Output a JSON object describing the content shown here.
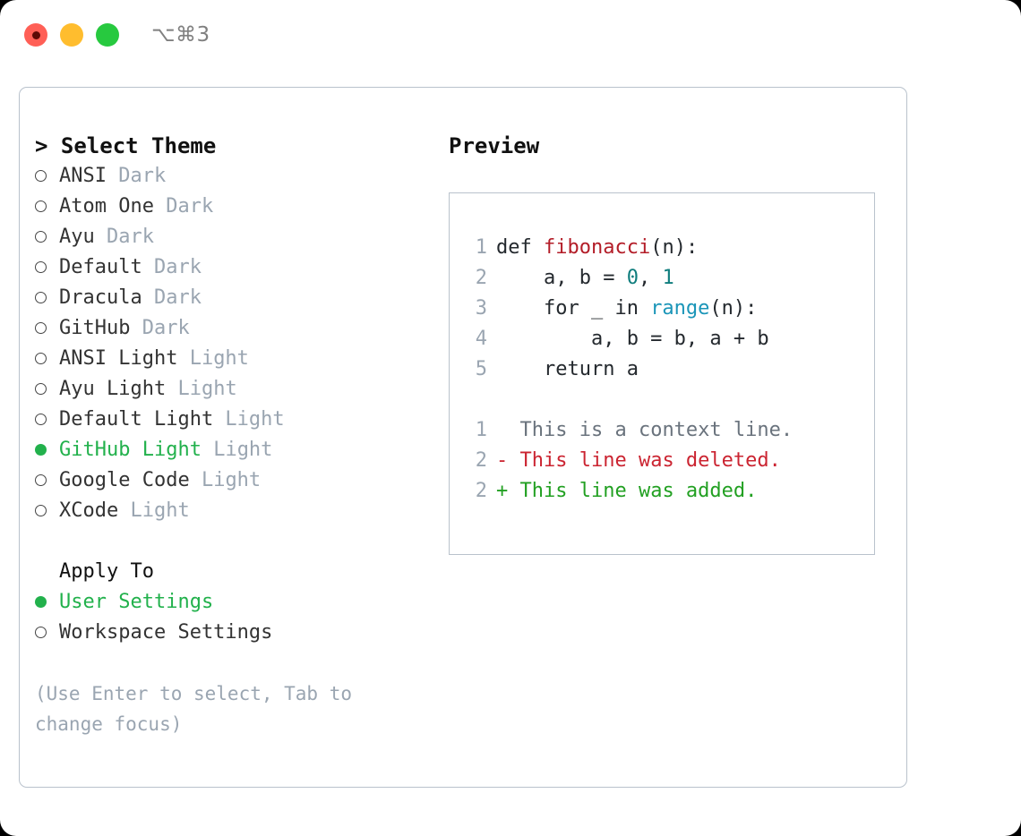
{
  "titlebar": {
    "shortcut": "⌥⌘3",
    "buttons": [
      {
        "name": "close-button",
        "color": "#ff5f56"
      },
      {
        "name": "minimize-button",
        "color": "#ffbd2e"
      },
      {
        "name": "maximize-button",
        "color": "#27c93f"
      }
    ]
  },
  "theme_picker": {
    "header": "> Select Theme",
    "items": [
      {
        "bullet": "ring",
        "label": "ANSI",
        "suffix": "Dark",
        "selected": false
      },
      {
        "bullet": "ring",
        "label": "Atom One",
        "suffix": "Dark",
        "selected": false
      },
      {
        "bullet": "ring",
        "label": "Ayu",
        "suffix": "Dark",
        "selected": false
      },
      {
        "bullet": "ring",
        "label": "Default",
        "suffix": "Dark",
        "selected": false
      },
      {
        "bullet": "ring",
        "label": "Dracula",
        "suffix": "Dark",
        "selected": false
      },
      {
        "bullet": "ring",
        "label": "GitHub",
        "suffix": "Dark",
        "selected": false
      },
      {
        "bullet": "ring",
        "label": "ANSI Light",
        "suffix": "Light",
        "selected": false
      },
      {
        "bullet": "ring",
        "label": "Ayu Light",
        "suffix": "Light",
        "selected": false
      },
      {
        "bullet": "ring",
        "label": "Default Light",
        "suffix": "Light",
        "selected": false
      },
      {
        "bullet": "dot",
        "label": "GitHub Light",
        "suffix": "Light",
        "selected": true
      },
      {
        "bullet": "ring",
        "label": "Google Code",
        "suffix": "Light",
        "selected": false
      },
      {
        "bullet": "ring",
        "label": "XCode",
        "suffix": "Light",
        "selected": false
      }
    ]
  },
  "apply_to": {
    "title": "Apply To",
    "items": [
      {
        "bullet": "dot",
        "label": "User Settings",
        "selected": true
      },
      {
        "bullet": "ring",
        "label": "Workspace Settings",
        "selected": false
      }
    ]
  },
  "hint": "(Use Enter to select, Tab to change focus)",
  "preview": {
    "title": "Preview",
    "code_lines": [
      {
        "no": "1",
        "tokens": [
          {
            "t": "def ",
            "c": "tok-def"
          },
          {
            "t": "fibonacci",
            "c": "tok-func"
          },
          {
            "t": "(n):",
            "c": "tok-plain"
          }
        ]
      },
      {
        "no": "2",
        "tokens": [
          {
            "t": "    a, b = ",
            "c": "tok-plain"
          },
          {
            "t": "0",
            "c": "tok-num"
          },
          {
            "t": ", ",
            "c": "tok-plain"
          },
          {
            "t": "1",
            "c": "tok-num"
          }
        ]
      },
      {
        "no": "3",
        "tokens": [
          {
            "t": "    for _ in ",
            "c": "tok-plain"
          },
          {
            "t": "range",
            "c": "tok-builtin"
          },
          {
            "t": "(n):",
            "c": "tok-plain"
          }
        ]
      },
      {
        "no": "4",
        "tokens": [
          {
            "t": "        a, b = b, a + b",
            "c": "tok-plain"
          }
        ]
      },
      {
        "no": "5",
        "tokens": [
          {
            "t": "    return a",
            "c": "tok-plain"
          }
        ]
      }
    ],
    "diff_lines": [
      {
        "no": "1",
        "marker": "  ",
        "text": "This is a context line.",
        "kind": "diff-context"
      },
      {
        "no": "2",
        "marker": "- ",
        "text": "This line was deleted.",
        "kind": "diff-del"
      },
      {
        "no": "2",
        "marker": "+ ",
        "text": "This line was added.",
        "kind": "diff-add"
      }
    ]
  },
  "colors": {
    "accent_green": "#22b14c",
    "muted_gray": "#9aa5b1",
    "border": "#b9c2cc",
    "diff_add": "#22a022",
    "diff_del": "#cb2431",
    "func_red": "#b31d28",
    "builtin_blue": "#1a95b8",
    "number_teal": "#0f7d7d"
  }
}
